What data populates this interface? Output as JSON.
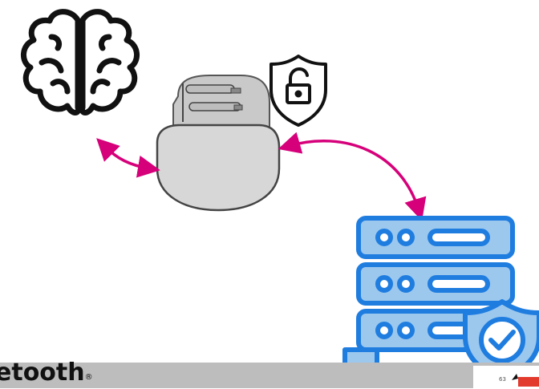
{
  "logo": {
    "text": "etooth",
    "mark": "®"
  },
  "corner": {
    "page_number": "63"
  },
  "icons": {
    "brain": "brain-icon",
    "pacemaker": "pacemaker-device",
    "lock": "unlocked-shield-icon",
    "server": "server-stack-icon",
    "check_shield": "check-shield-icon"
  },
  "colors": {
    "arrow": "#d6007a",
    "server_fill": "#9cc8ee",
    "server_stroke": "#1f7de0",
    "pacemaker_fill": "#d7d7d7",
    "bar": "#bdbdbd"
  }
}
